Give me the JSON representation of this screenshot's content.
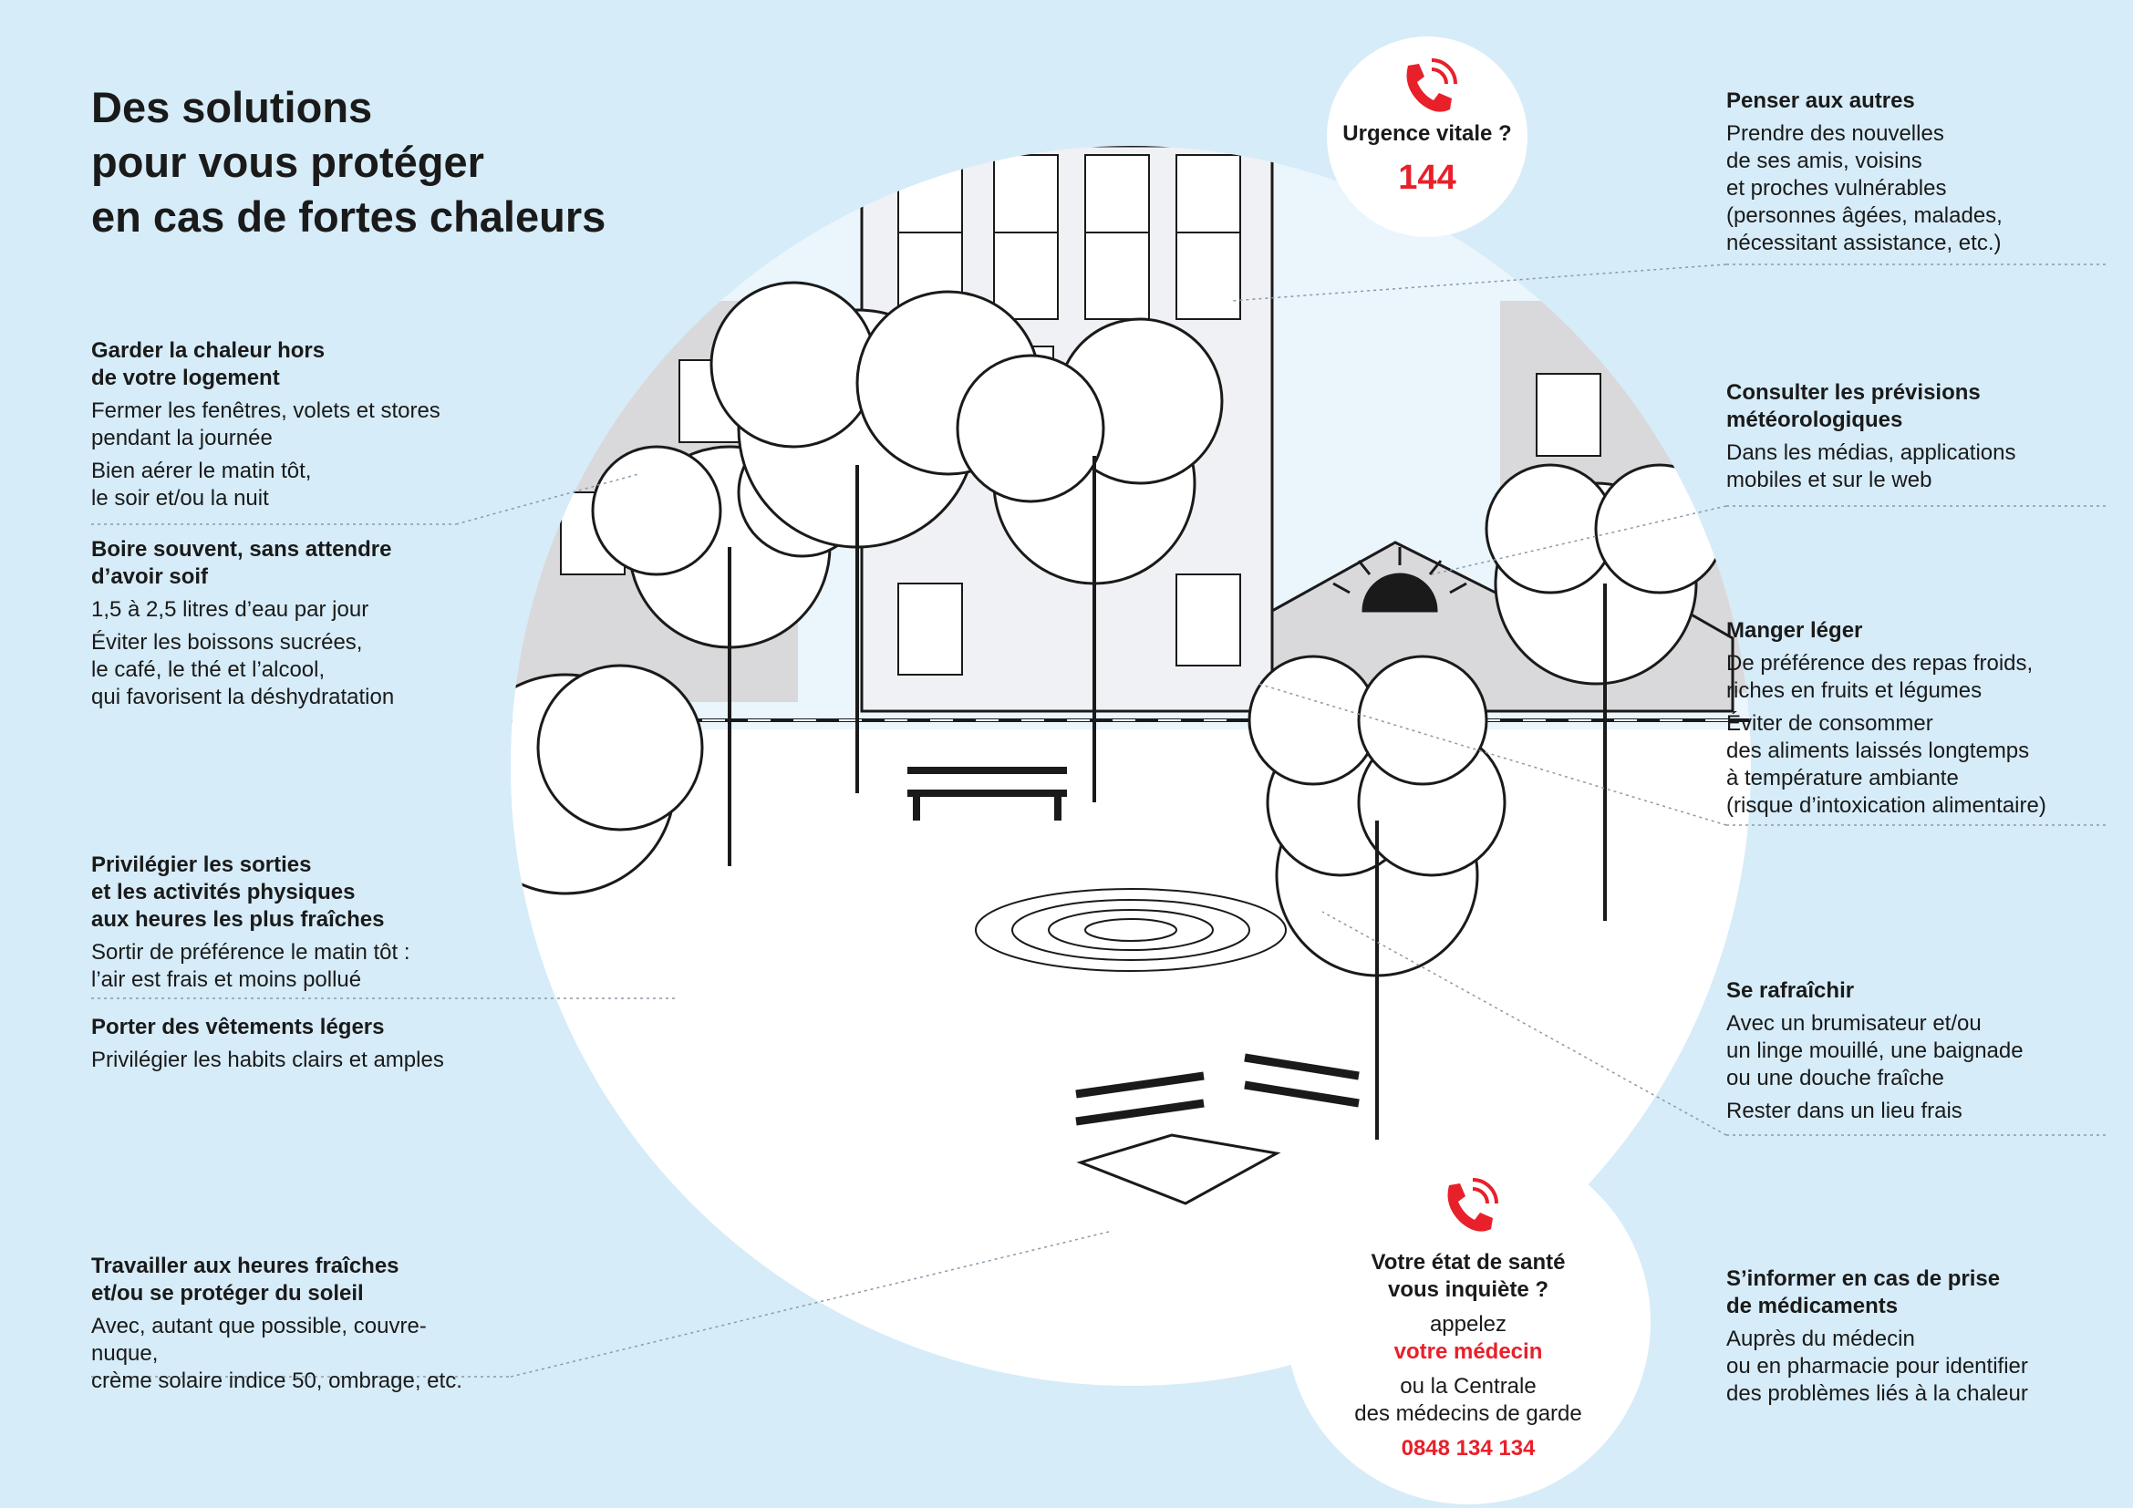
{
  "title": {
    "line1": "Des solutions",
    "line2": "pour vous protéger",
    "line3": "en cas de fortes chaleurs"
  },
  "left_items": [
    {
      "head1": "Garder la chaleur hors",
      "head2": "de votre logement",
      "lines": [
        "Fermer les fenêtres, volets et stores",
        "pendant la journée",
        "Bien aérer le matin tôt,",
        "le soir et/ou la nuit"
      ]
    },
    {
      "head1": "Boire souvent, sans attendre",
      "head2": "d’avoir soif",
      "lines": [
        "1,5 à 2,5 litres d’eau par jour",
        "Éviter les boissons sucrées,",
        "le café, le thé et l’alcool,",
        "qui favorisent la déshydratation"
      ]
    },
    {
      "head1": "Privilégier les sorties",
      "head2": "et les activités physiques",
      "head3": "aux heures les plus fraîches",
      "lines": [
        "Sortir de préférence le matin tôt :",
        "l’air est frais et moins pollué"
      ]
    },
    {
      "head1": "Porter des vêtements légers",
      "lines": [
        "Privilégier les habits clairs et amples"
      ]
    },
    {
      "head1": "Travailler aux heures fraîches",
      "head2": "et/ou se protéger du soleil",
      "lines": [
        "Avec, autant que possible, couvre-nuque,",
        "crème solaire indice 50, ombrage, etc."
      ]
    }
  ],
  "right_items": [
    {
      "head1": "Penser aux autres",
      "lines": [
        "Prendre des nouvelles",
        "de ses amis, voisins",
        "et proches vulnérables",
        "(personnes âgées, malades,",
        "nécessitant assistance, etc.)"
      ]
    },
    {
      "head1": "Consulter les prévisions",
      "head2": "météorologiques",
      "lines": [
        "Dans les médias, applications",
        "mobiles et sur le web"
      ]
    },
    {
      "head1": "Manger léger",
      "lines": [
        "De préférence des repas froids,",
        "riches en fruits et légumes",
        "Éviter de consommer",
        "des aliments laissés longtemps",
        "à température ambiante",
        "(risque d’intoxication alimentaire)"
      ]
    },
    {
      "head1": "Se rafraîchir",
      "lines": [
        "Avec un brumisateur et/ou",
        "un linge mouillé, une baignade",
        "ou une douche fraîche",
        "Rester dans un lieu frais"
      ]
    },
    {
      "head1": "S’informer en cas de prise",
      "head2": "de médicaments",
      "lines": [
        "Auprès du médecin",
        "ou en pharmacie pour identifier",
        "des problèmes liés à la chaleur"
      ]
    }
  ],
  "emergency": {
    "label": "Urgence vitale ?",
    "number": "144"
  },
  "doctor": {
    "line1": "Votre état de santé",
    "line2": "vous inquiète ?",
    "line3": "appelez",
    "highlight": "votre médecin",
    "line4": "ou la Centrale",
    "line5": "des médecins de garde",
    "number": "0848 134 134"
  },
  "colors": {
    "background": "#d6ecf8",
    "accent_red": "#e8202a",
    "circle_white": "#ffffff"
  },
  "icons": [
    "phone-ringing-icon"
  ]
}
